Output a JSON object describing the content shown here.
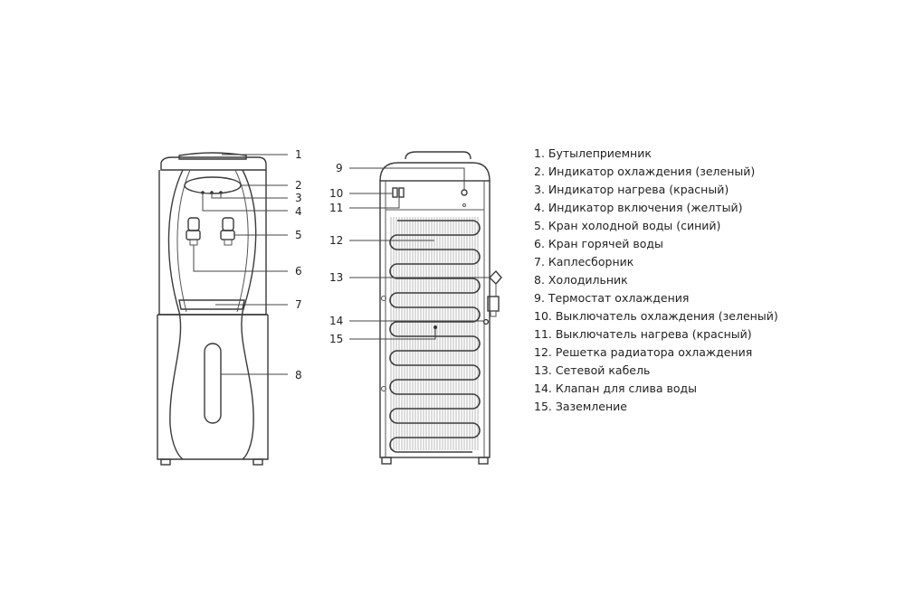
{
  "front_view": {
    "callouts": [
      "1",
      "2",
      "3",
      "4",
      "5",
      "6",
      "7",
      "8"
    ]
  },
  "back_view": {
    "callouts": [
      "9",
      "10",
      "11",
      "12",
      "13",
      "14",
      "15"
    ]
  },
  "legend": [
    "1. Бутылеприемник",
    "2. Индикатор охлаждения (зеленый)",
    "3. Индикатор нагрева (красный)",
    "4. Индикатор включения (желтый)",
    "5. Кран холодной воды (синий)",
    "6. Кран горячей воды",
    "7. Каплесборник",
    "8. Холодильник",
    "9. Термостат охлаждения",
    "10. Выключатель охлаждения (зеленый)",
    "11. Выключатель нагрева (красный)",
    "12. Решетка радиатора охлаждения",
    "13. Сетевой кабель",
    "14. Клапан для слива воды",
    "15. Заземление"
  ]
}
